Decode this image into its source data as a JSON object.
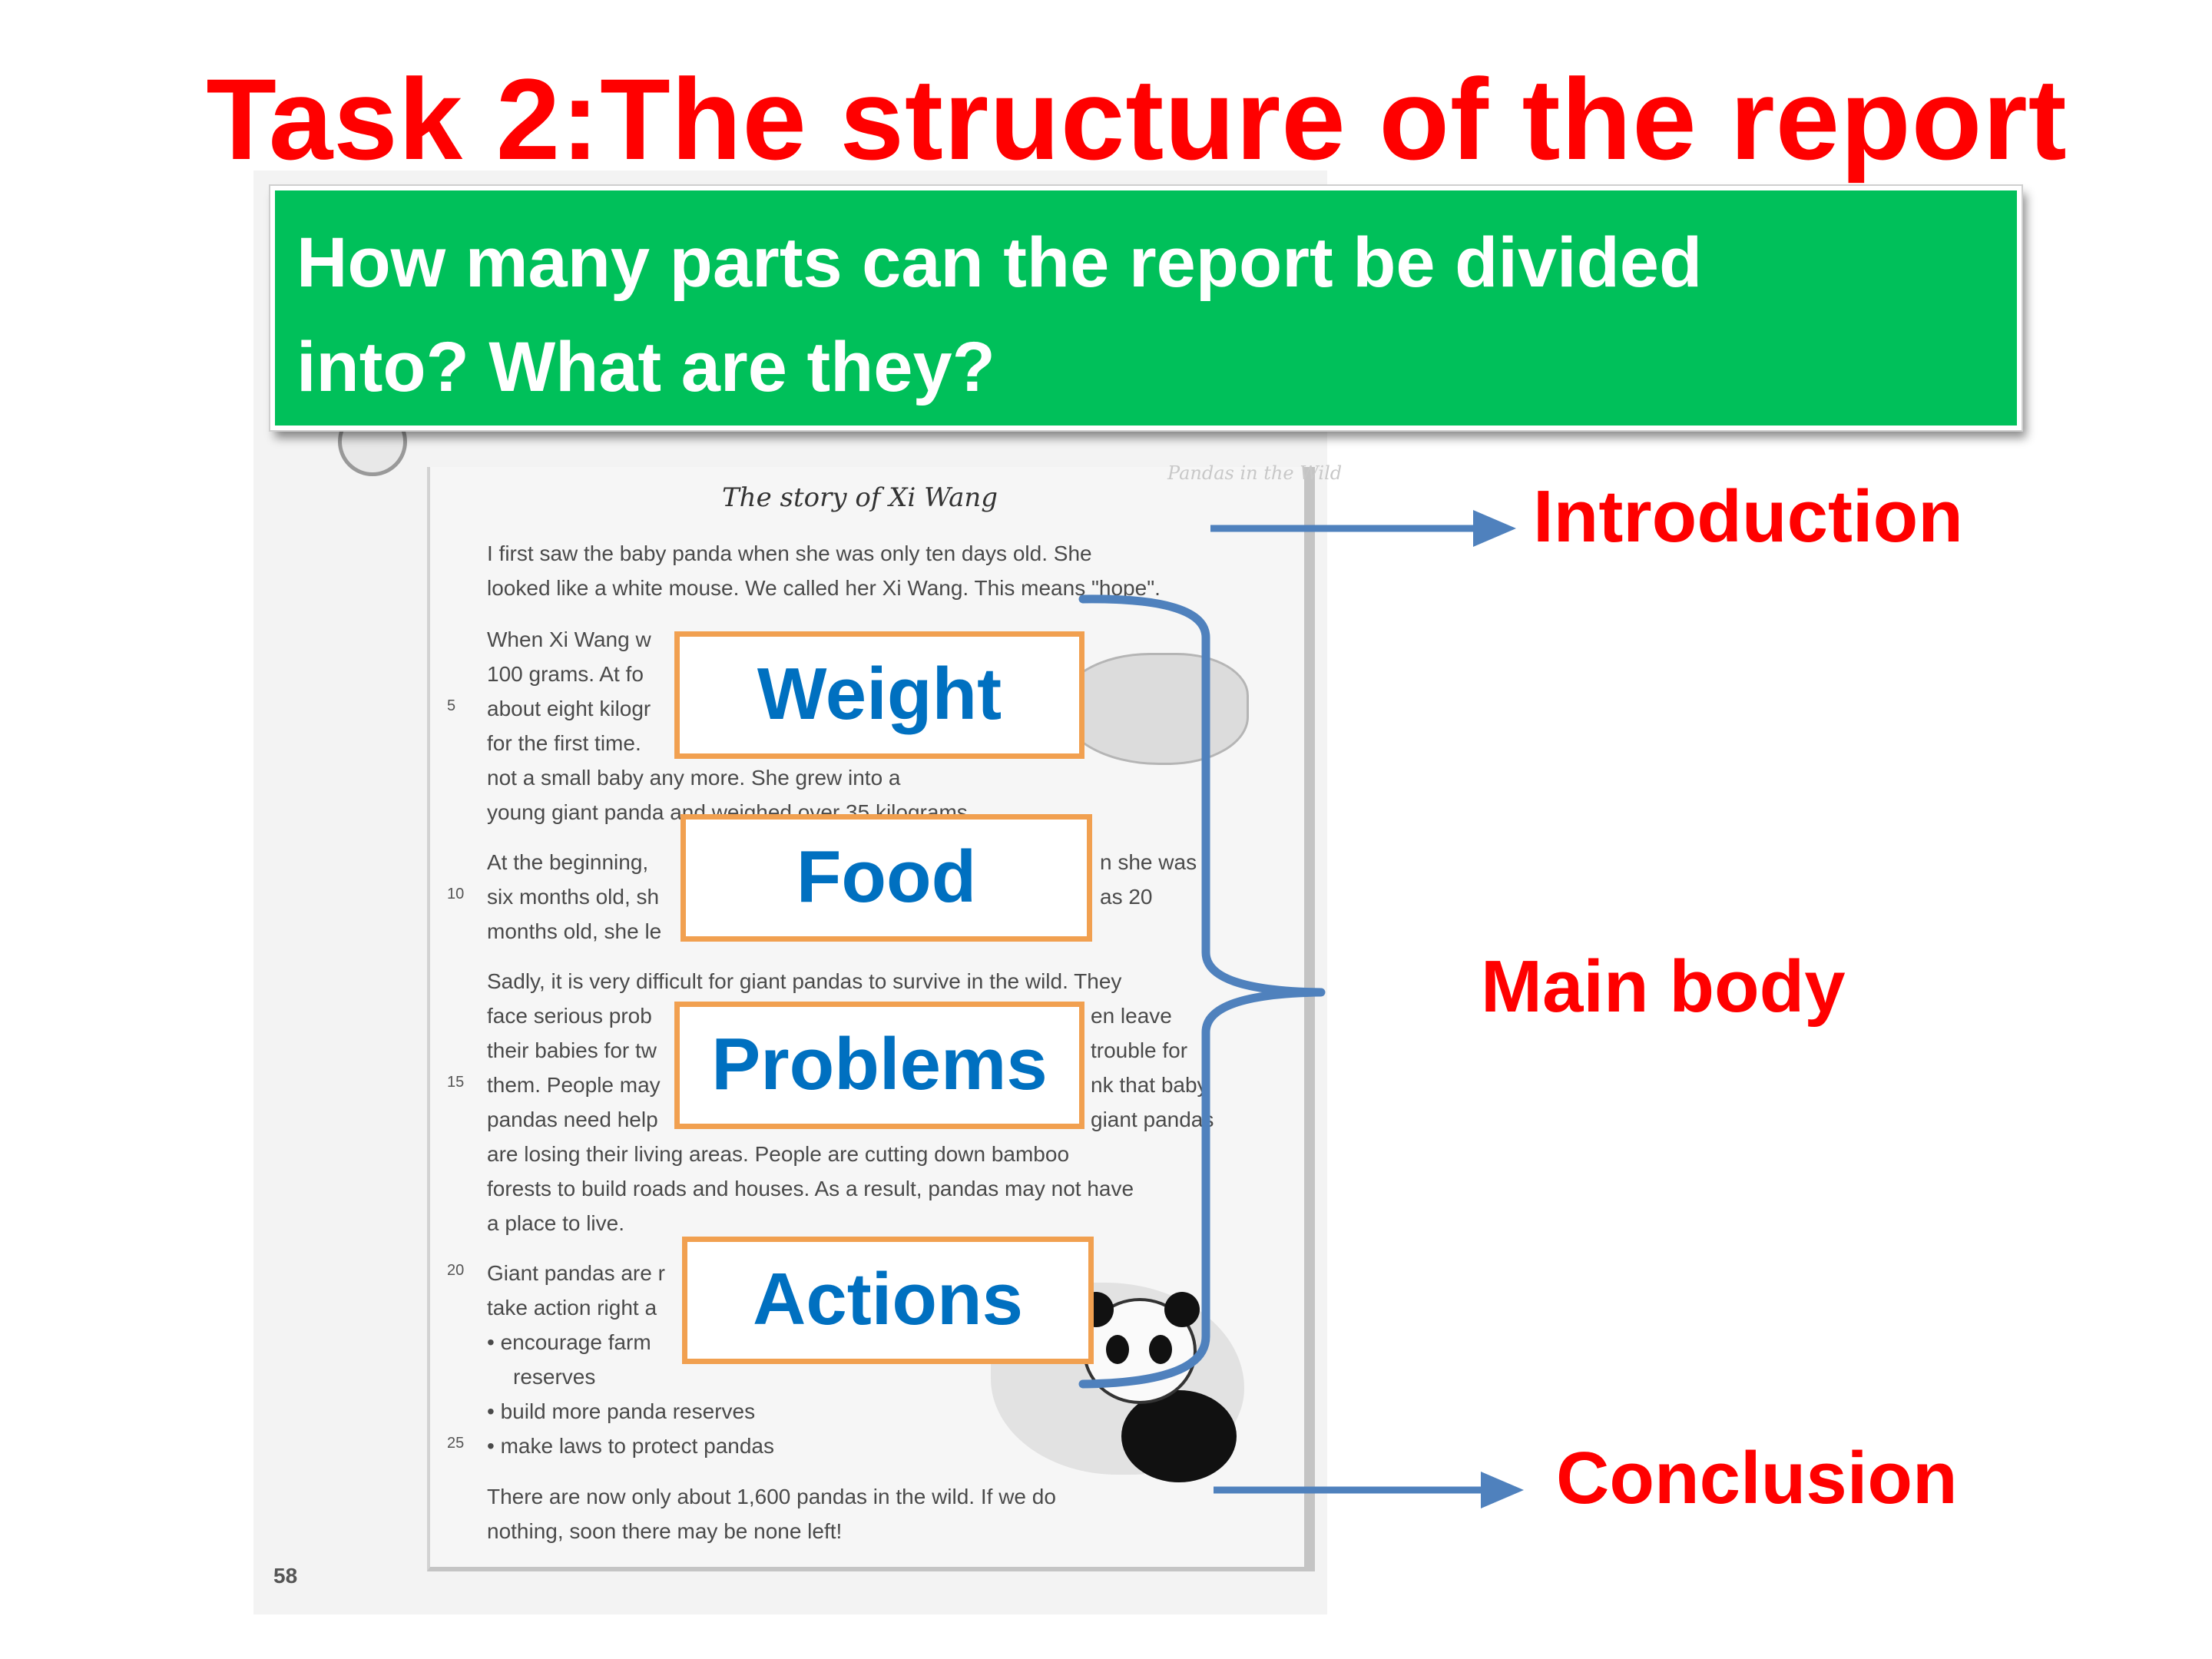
{
  "slide": {
    "title": "Task 2:The structure of the report",
    "question_line1": "How many parts can the report be divided",
    "question_line2": "into? What are they?",
    "colors": {
      "title": "#ff0000",
      "question_bg": "#00c05a",
      "tag_text": "#0070c0",
      "tag_border": "#f1a050",
      "arrow": "#4f81bd"
    }
  },
  "tags": {
    "weight": "Weight",
    "food": "Food",
    "problems": "Problems",
    "actions": "Actions"
  },
  "sections": {
    "introduction": "Introduction",
    "main_body": "Main body",
    "conclusion": "Conclusion"
  },
  "textbook": {
    "header": "Pandas in the Wild",
    "story_title": "The story of Xi Wang",
    "page_number": "58",
    "line_numbers": {
      "n5": "5",
      "n10": "10",
      "n15": "15",
      "n20": "20",
      "n25": "25"
    },
    "lines": {
      "l1": "I first saw the baby panda when she was only ten days old. She",
      "l2": "looked like a white mouse. We called her Xi Wang. This means \"hope\".",
      "l3": "When Xi Wang w",
      "l4": "100 grams. At fo",
      "l5": "about eight kilogr",
      "l6": "for the first time.",
      "l7": "not a small baby any more. She grew into a",
      "l8": "young giant panda and weighed over 35 kilograms.",
      "l9a": "At the beginning,",
      "l9b": "n she was",
      "l10a": "six months old, sh",
      "l10b": "as 20",
      "l11": "months old, she le",
      "l12": "Sadly, it is very difficult for giant pandas to survive in the wild. They",
      "l13a": "face serious prob",
      "l13b": "en leave",
      "l14a": "their babies for tw",
      "l14b": "trouble for",
      "l15a": "them. People may",
      "l15b": "nk that baby",
      "l16a": "pandas need help",
      "l16b": "giant pandas",
      "l17": "are losing their living areas. People are cutting down bamboo",
      "l18": "forests to build roads and houses. As a result, pandas may not have",
      "l19": "a place to live.",
      "l20": "Giant pandas are r",
      "l21": "take action right a",
      "l22": "•  encourage farm",
      "l23": "reserves",
      "l24": "•  build more panda reserves",
      "l25": "•  make laws to protect pandas",
      "l26": "There are now only about 1,600 pandas in the wild. If we do",
      "l27": "nothing, soon there may be none left!"
    }
  }
}
